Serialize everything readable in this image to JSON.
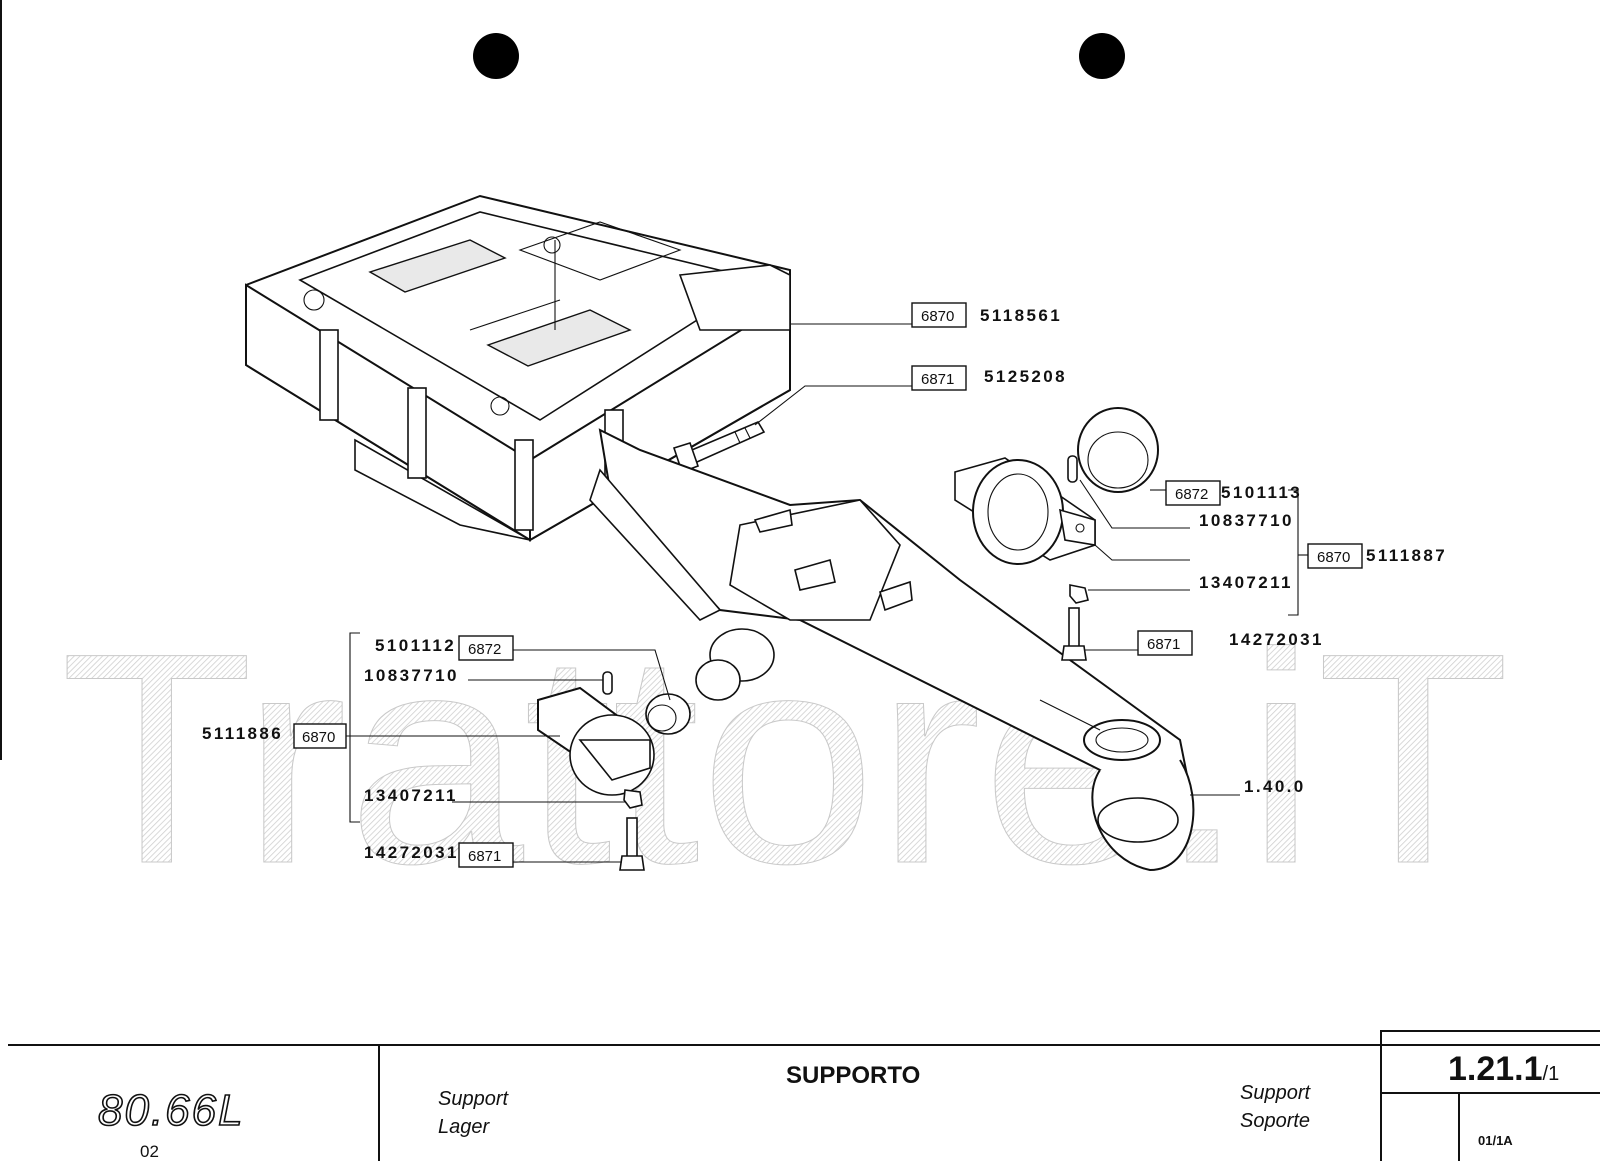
{
  "callouts": {
    "frame_code": "6870",
    "frame_part": "5118561",
    "bolt_code": "6871",
    "bolt_part": "5125208",
    "r_bush_code": "6872",
    "r_bush_part": "5101113",
    "r_pin_part": "10837710",
    "r_support_code": "6870",
    "r_support_part": "5111887",
    "r_nipple_part": "13407211",
    "r_screw_code": "6871",
    "r_screw_part": "14272031",
    "axle_ref": "1.40.0",
    "l_bush_part": "5101112",
    "l_bush_code": "6872",
    "l_pin_part": "10837710",
    "l_support_part": "5111886",
    "l_support_code": "6870",
    "l_nipple_part": "13407211",
    "l_screw_part": "14272031",
    "l_screw_code": "6871"
  },
  "watermark": "Trattore.iT",
  "title_block": {
    "model": "80.66",
    "model_suffix": "L",
    "variant": "02",
    "title": "SUPPORTO",
    "trans_en": "Support",
    "trans_de": "Lager",
    "trans_fr": "Support",
    "trans_es": "Soporte",
    "code": "1.21.1",
    "code_suffix": "/1",
    "sheet": "01/1A"
  }
}
